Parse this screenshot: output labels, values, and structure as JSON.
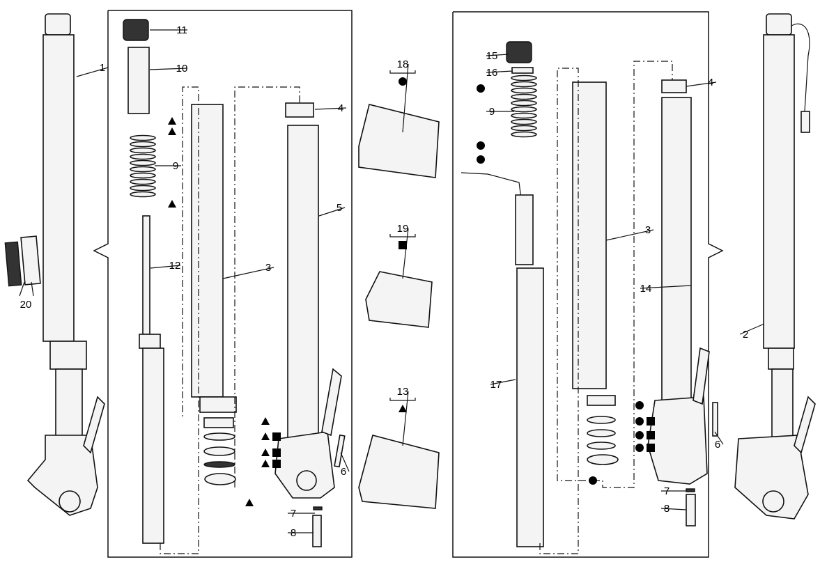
{
  "title": "Front fork exploded diagram",
  "part_labels": [
    "1",
    "20",
    "11",
    "10",
    "9",
    "12",
    "3",
    "4",
    "5",
    "6",
    "7",
    "8",
    "18",
    "19",
    "13",
    "15",
    "16",
    "9",
    "3",
    "4",
    "14",
    "17",
    "6",
    "7",
    "8",
    "2"
  ],
  "kit_symbols": {
    "18": "circle",
    "19": "square",
    "13": "triangle"
  },
  "colors": {
    "ink": "#111111",
    "background": "#ffffff"
  }
}
